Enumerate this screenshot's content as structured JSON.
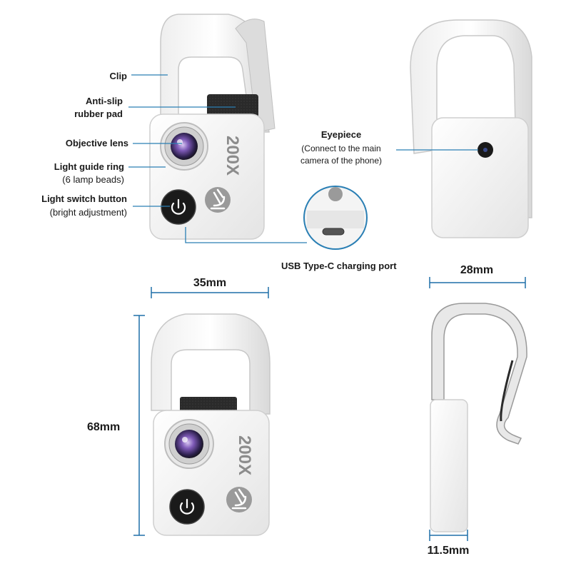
{
  "labels": {
    "clip": "Clip",
    "antislip_line1": "Anti-slip",
    "antislip_line2": "rubber pad",
    "objective_lens": "Objective lens",
    "light_guide_line1": "Light guide ring",
    "light_guide_line2": "(6 lamp beads)",
    "light_switch_line1": "Light switch button",
    "light_switch_line2": "(bright adjustment)",
    "eyepiece_title": "Eyepiece",
    "eyepiece_line1": "(Connect to the main",
    "eyepiece_line2": "camera of the phone)",
    "usb_port": "USB Type-C charging port"
  },
  "device": {
    "magnification": "200X"
  },
  "dimensions": {
    "width": "35mm",
    "height": "68mm",
    "side_depth": "28mm",
    "thickness": "11.5mm"
  },
  "colors": {
    "leader_line": "#2a7fb4",
    "dim_line": "#1f6fa8",
    "body": "#f4f4f4"
  }
}
